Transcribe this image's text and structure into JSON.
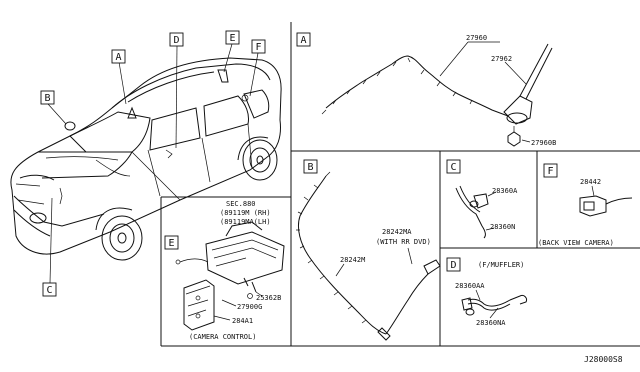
{
  "diagram": {
    "car_callouts": [
      "A",
      "B",
      "C",
      "D",
      "E",
      "F"
    ],
    "inset_e": {
      "letter": "E",
      "sec_note": [
        "SEC.880",
        "(89119M (RH)",
        "(89119MA(LH)"
      ],
      "parts": [
        "25362B",
        "27900G",
        "284A1"
      ],
      "caption": "(CAMERA CONTROL)"
    },
    "panel_a": {
      "letter": "A",
      "parts": [
        "27960",
        "27962",
        "27960B"
      ]
    },
    "panel_b": {
      "letter": "B",
      "parts": [
        "28242MA",
        "(WITH RR DVD)",
        "28242M"
      ]
    },
    "panel_c": {
      "letter": "C",
      "parts": [
        "28360A",
        "28360N"
      ]
    },
    "panel_d": {
      "letter": "D",
      "note": "(F/MUFFLER)",
      "parts": [
        "28360AA",
        "28360NA"
      ]
    },
    "panel_f": {
      "letter": "F",
      "parts": [
        "28442"
      ],
      "caption": "(BACK VIEW CAMERA)"
    },
    "diagram_code": "J28000S8"
  }
}
